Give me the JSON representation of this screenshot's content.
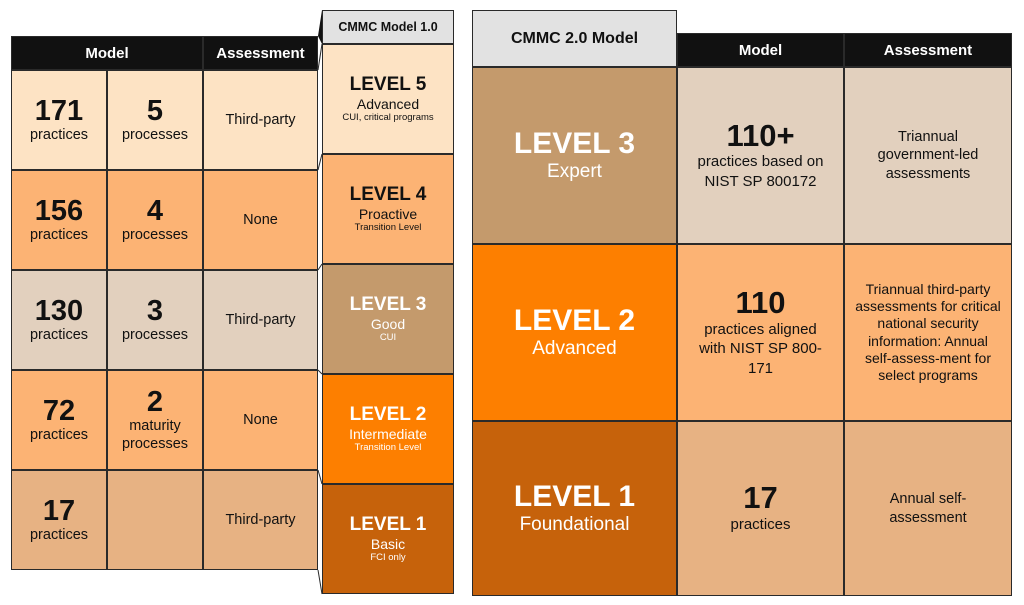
{
  "colors": {
    "light_peach": "#fde3c4",
    "peach": "#fcb374",
    "beige": "#e2d0be",
    "tan": "#e7b283",
    "tan_mid": "#c49a6c",
    "orange": "#fd7f00",
    "dark_orange": "#c6620b",
    "gray_header": "#e2e2e2",
    "dark": "#111111"
  },
  "left_table": {
    "header_model": "Model",
    "header_assessment": "Assessment",
    "rows": [
      {
        "practices_num": "171",
        "practices_label": "practices",
        "processes_num": "5",
        "processes_label": "processes",
        "assessment": "Third-party"
      },
      {
        "practices_num": "156",
        "practices_label": "practices",
        "processes_num": "4",
        "processes_label": "processes",
        "assessment": "None"
      },
      {
        "practices_num": "130",
        "practices_label": "practices",
        "processes_num": "3",
        "processes_label": "processes",
        "assessment": "Third-party"
      },
      {
        "practices_num": "72",
        "practices_label": "practices",
        "processes_num": "2",
        "processes_label": "maturity processes",
        "assessment": "None"
      },
      {
        "practices_num": "17",
        "practices_label": "practices",
        "processes_num": "",
        "processes_label": "",
        "assessment": "Third-party"
      }
    ]
  },
  "cmmc1": {
    "title": "CMMC Model 1.0",
    "levels": [
      {
        "title": "LEVEL 5",
        "name": "Advanced",
        "sub": "CUI, critical programs"
      },
      {
        "title": "LEVEL 4",
        "name": "Proactive",
        "sub": "Transition Level"
      },
      {
        "title": "LEVEL 3",
        "name": "Good",
        "sub": "CUI"
      },
      {
        "title": "LEVEL 2",
        "name": "Intermediate",
        "sub": "Transition Level"
      },
      {
        "title": "LEVEL 1",
        "name": "Basic",
        "sub": "FCI only"
      }
    ]
  },
  "cmmc2": {
    "title": "CMMC 2.0 Model",
    "header_model": "Model",
    "header_assessment": "Assessment",
    "rows": [
      {
        "level_title": "LEVEL 3",
        "level_name": "Expert",
        "model_num": "110+",
        "model_text": "practices based on NIST SP 800172",
        "assessment": "Triannual government-led assessments"
      },
      {
        "level_title": "LEVEL 2",
        "level_name": "Advanced",
        "model_num": "110",
        "model_text": "practices aligned with NIST SP 800-171",
        "assessment": "Triannual third-party assessments for critical national security information: Annual self-assess-ment for select programs"
      },
      {
        "level_title": "LEVEL 1",
        "level_name": "Foundational",
        "model_num": "17",
        "model_text": "practices",
        "assessment": "Annual self-assessment"
      }
    ]
  }
}
